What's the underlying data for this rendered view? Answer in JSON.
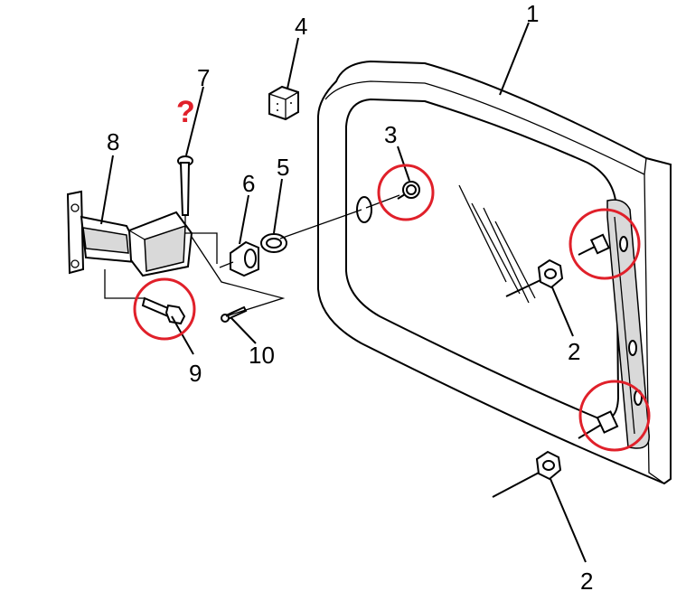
{
  "callouts": {
    "c1": "1",
    "c2a": "2",
    "c2b": "2",
    "c3": "3",
    "c4": "4",
    "c5": "5",
    "c6": "6",
    "c7": "7",
    "c8": "8",
    "c9": "9",
    "c10": "10"
  },
  "annotation": {
    "question": "?"
  },
  "colors": {
    "highlight": "#e0202a",
    "line": "#000000",
    "glass_fill": "#ffffff",
    "shade": "#d9d9d9"
  }
}
